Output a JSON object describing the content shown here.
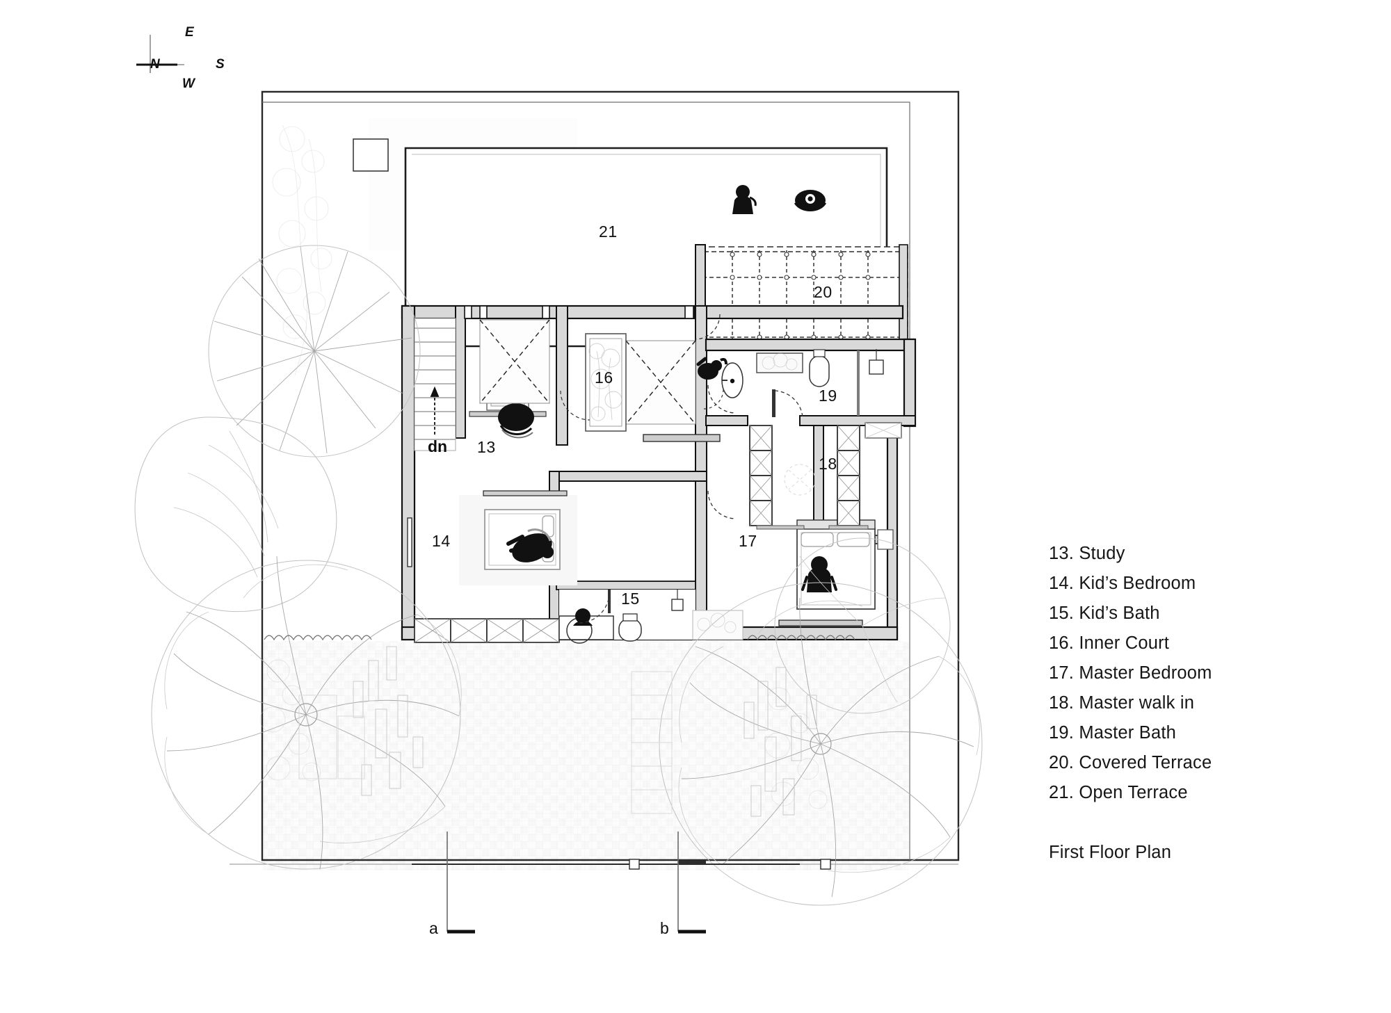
{
  "sheet": {
    "title": "First Floor Plan",
    "background": "#ffffff",
    "ink": "#1a1a1a"
  },
  "compass": {
    "name": "north-arrow",
    "up": "E",
    "left": "N",
    "right": "S",
    "down": "W"
  },
  "legend": {
    "items": [
      {
        "num": "13",
        "label": "13. Study"
      },
      {
        "num": "14",
        "label": "14. Kid’s Bedroom"
      },
      {
        "num": "15",
        "label": "15. Kid’s Bath"
      },
      {
        "num": "16",
        "label": "16. Inner Court"
      },
      {
        "num": "17",
        "label": "17. Master Bedroom"
      },
      {
        "num": "18",
        "label": "18. Master walk in"
      },
      {
        "num": "19",
        "label": "19. Master Bath"
      },
      {
        "num": "20",
        "label": "20. Covered Terrace"
      },
      {
        "num": "21",
        "label": "21. Open Terrace"
      }
    ]
  },
  "plan_labels": {
    "r13": "13",
    "r14": "14",
    "r15": "15",
    "r16": "16",
    "r17": "17",
    "r18": "18",
    "r19": "19",
    "r20": "20",
    "r21": "21",
    "stair_direction": "dn"
  },
  "section_marks": {
    "a": "a",
    "b": "b"
  },
  "colors": {
    "wall_fill": "#d9d9d9",
    "wall_line": "#111111",
    "thin_line": "#9a9a9a",
    "landscape_line": "#b4b4b4",
    "paving": "#f2f2f2",
    "furniture": "#111111"
  }
}
